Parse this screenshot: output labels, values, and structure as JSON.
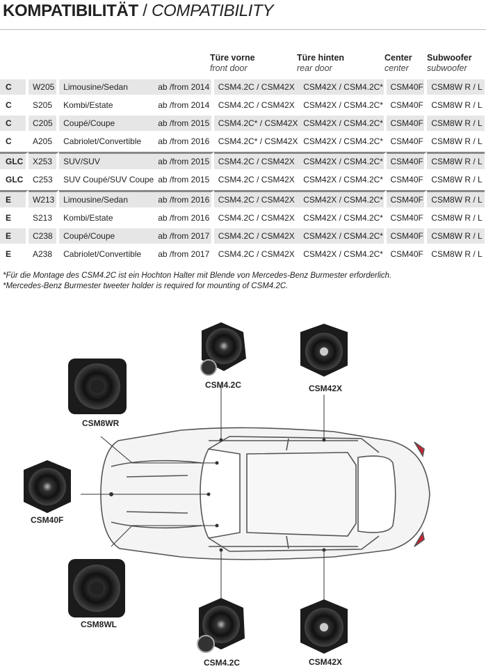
{
  "title": {
    "bold": "KOMPATIBILITÄT",
    "sep": " / ",
    "italic": "COMPATIBILITY"
  },
  "columns": [
    {
      "de": "Türe vorne",
      "en": "front door"
    },
    {
      "de": "Türe hinten",
      "en": "rear door"
    },
    {
      "de": "Center",
      "en": "center"
    },
    {
      "de": "Subwoofer",
      "en": "subwoofer"
    }
  ],
  "rows": [
    {
      "cls": "C",
      "model": "W205",
      "body": "Limousine/Sedan",
      "year": "ab /from 2014",
      "front": "CSM4.2C / CSM42X",
      "rear": "CSM42X / CSM4.2C*",
      "center": "CSM40F",
      "sub": "CSM8W R / L"
    },
    {
      "cls": "C",
      "model": "S205",
      "body": "Kombi/Estate",
      "year": "ab /from 2014",
      "front": "CSM4.2C / CSM42X",
      "rear": "CSM42X / CSM4.2C*",
      "center": "CSM40F",
      "sub": "CSM8W R / L"
    },
    {
      "cls": "C",
      "model": "C205",
      "body": "Coupé/Coupe",
      "year": "ab /from 2015",
      "front": "CSM4.2C* / CSM42X",
      "rear": "CSM42X / CSM4.2C*",
      "center": "CSM40F",
      "sub": "CSM8W R / L"
    },
    {
      "cls": "C",
      "model": "A205",
      "body": "Cabriolet/Convertible",
      "year": "ab /from 2016",
      "front": "CSM4.2C* / CSM42X",
      "rear": "CSM42X / CSM4.2C*",
      "center": "CSM40F",
      "sub": "CSM8W R / L"
    },
    {
      "cls": "GLC",
      "model": "X253",
      "body": "SUV/SUV",
      "year": "ab /from 2015",
      "front": "CSM4.2C / CSM42X",
      "rear": "CSM42X / CSM4.2C*",
      "center": "CSM40F",
      "sub": "CSM8W R / L"
    },
    {
      "cls": "GLC",
      "model": "C253",
      "body": "SUV Coupé/SUV Coupe",
      "year": "ab /from 2015",
      "front": "CSM4.2C / CSM42X",
      "rear": "CSM42X / CSM4.2C*",
      "center": "CSM40F",
      "sub": "CSM8W R / L"
    },
    {
      "cls": "E",
      "model": "W213",
      "body": "Limousine/Sedan",
      "year": "ab /from 2016",
      "front": "CSM4.2C / CSM42X",
      "rear": "CSM42X / CSM4.2C*",
      "center": "CSM40F",
      "sub": "CSM8W R / L"
    },
    {
      "cls": "E",
      "model": "S213",
      "body": "Kombi/Estate",
      "year": "ab /from 2016",
      "front": "CSM4.2C / CSM42X",
      "rear": "CSM42X / CSM4.2C*",
      "center": "CSM40F",
      "sub": "CSM8W R / L"
    },
    {
      "cls": "E",
      "model": "C238",
      "body": "Coupé/Coupe",
      "year": "ab /from 2017",
      "front": "CSM4.2C / CSM42X",
      "rear": "CSM42X / CSM4.2C*",
      "center": "CSM40F",
      "sub": "CSM8W R / L"
    },
    {
      "cls": "E",
      "model": "A238",
      "body": "Cabriolet/Convertible",
      "year": "ab /from 2017",
      "front": "CSM4.2C / CSM42X",
      "rear": "CSM42X / CSM4.2C*",
      "center": "CSM40F",
      "sub": "CSM8W R / L"
    }
  ],
  "notes": {
    "de": "*Für die Montage des CSM4.2C ist ein Hochton Halter mit Blende von Mercedes-Benz Burmester erforderlich.",
    "en": "*Mercedes-Benz Burmester tweeter holder is required for mounting of CSM4.2C."
  },
  "speakers": {
    "csm8wr": "CSM8WR",
    "csm42c_top": "CSM4.2C",
    "csm42x_top": "CSM42X",
    "csm40f": "CSM40F",
    "csm8wl": "CSM8WL",
    "csm42c_bottom": "CSM4.2C",
    "csm42x_bottom": "CSM42X"
  }
}
